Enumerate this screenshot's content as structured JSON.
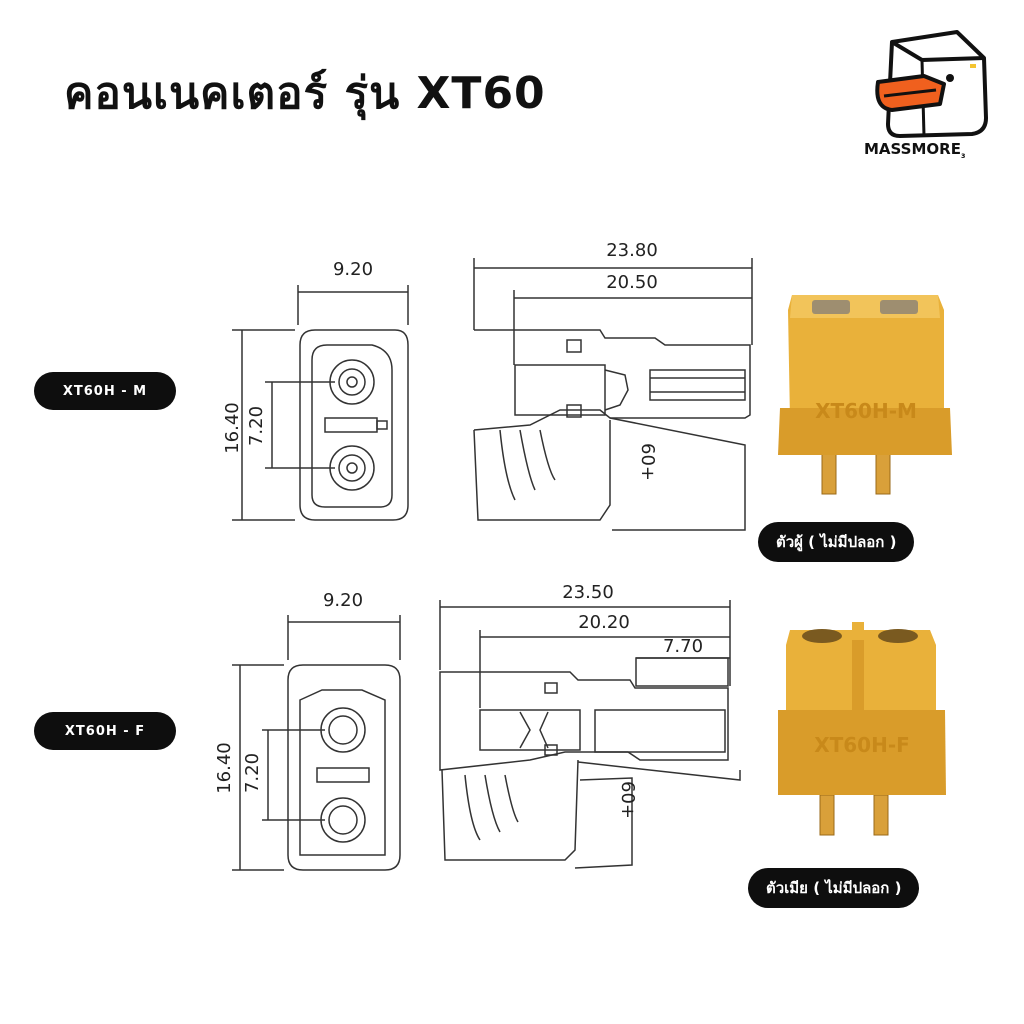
{
  "title": "คอนเนคเตอร์ รุ่น XT60",
  "brand": {
    "name": "MASSMORE",
    "suffix": "ɜ"
  },
  "male": {
    "model_label": "XT60H - M",
    "note": "ตัวผู้ ( ไม่มีปลอก )",
    "front_width": "9.20",
    "front_height": "16.40",
    "pin_spacing": "7.20",
    "side_total": "23.80",
    "side_inner": "20.50",
    "body_text": "XT60H-M",
    "body_mark": "60+"
  },
  "female": {
    "model_label": "XT60H - F",
    "note": "ตัวเมีย ( ไม่มีปลอก )",
    "front_width": "9.20",
    "front_height": "16.40",
    "pin_spacing": "7.20",
    "side_total": "23.50",
    "side_inner": "20.20",
    "side_socket": "7.70",
    "body_text": "XT60H-F",
    "body_mark": "60+"
  },
  "colors": {
    "connector": "#e9b13a",
    "connector_dark": "#c8891a",
    "pin": "#d9a03a",
    "logo_orange": "#f0601e"
  }
}
